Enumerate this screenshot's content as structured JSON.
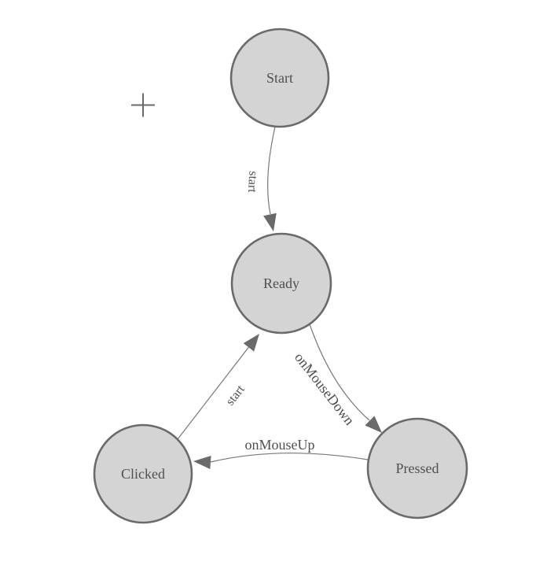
{
  "diagram": {
    "type": "state-machine-diagram",
    "background": "#ffffff",
    "colors": {
      "node_fill": "#d4d4d4",
      "node_border": "#6a6a6a",
      "edge_line": "#787878",
      "arrowhead": "#6a6a6a",
      "text": "#4f4f4f",
      "crosshair": "#6a6a6a"
    },
    "nodes": [
      {
        "id": "start",
        "label": "Start"
      },
      {
        "id": "ready",
        "label": "Ready"
      },
      {
        "id": "clicked",
        "label": "Clicked"
      },
      {
        "id": "pressed",
        "label": "Pressed"
      }
    ],
    "edges": [
      {
        "from": "Start",
        "to": "Ready",
        "label": "start"
      },
      {
        "from": "Ready",
        "to": "Pressed",
        "label": "onMouseDown"
      },
      {
        "from": "Pressed",
        "to": "Clicked",
        "label": "onMouseUp"
      },
      {
        "from": "Clicked",
        "to": "Ready",
        "label": "start"
      }
    ]
  }
}
